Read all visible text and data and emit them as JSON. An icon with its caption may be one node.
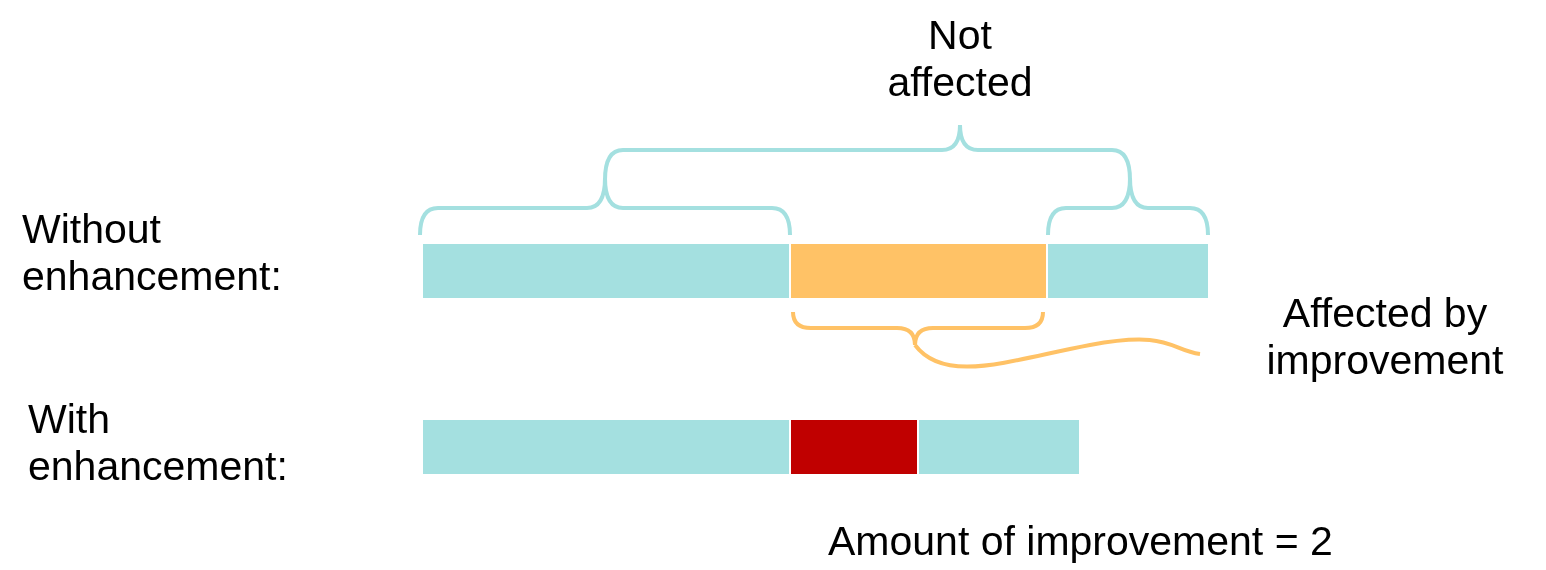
{
  "diagram": {
    "nodes": [
      {
        "text": [],
        "shape": "bar"
      },
      {
        "text": [],
        "shape": "bar"
      },
      {
        "text": [],
        "shape": "bar"
      },
      {
        "text": [],
        "shape": "bar"
      },
      {
        "text": [],
        "shape": "bar"
      },
      {
        "text": [],
        "shape": "bar"
      }
    ],
    "edges": [],
    "labels": [
      "Not affected",
      "Without enhancement:",
      "Affected by improvement",
      "With enhancement:",
      "Amount of improvement = 2"
    ]
  }
}
